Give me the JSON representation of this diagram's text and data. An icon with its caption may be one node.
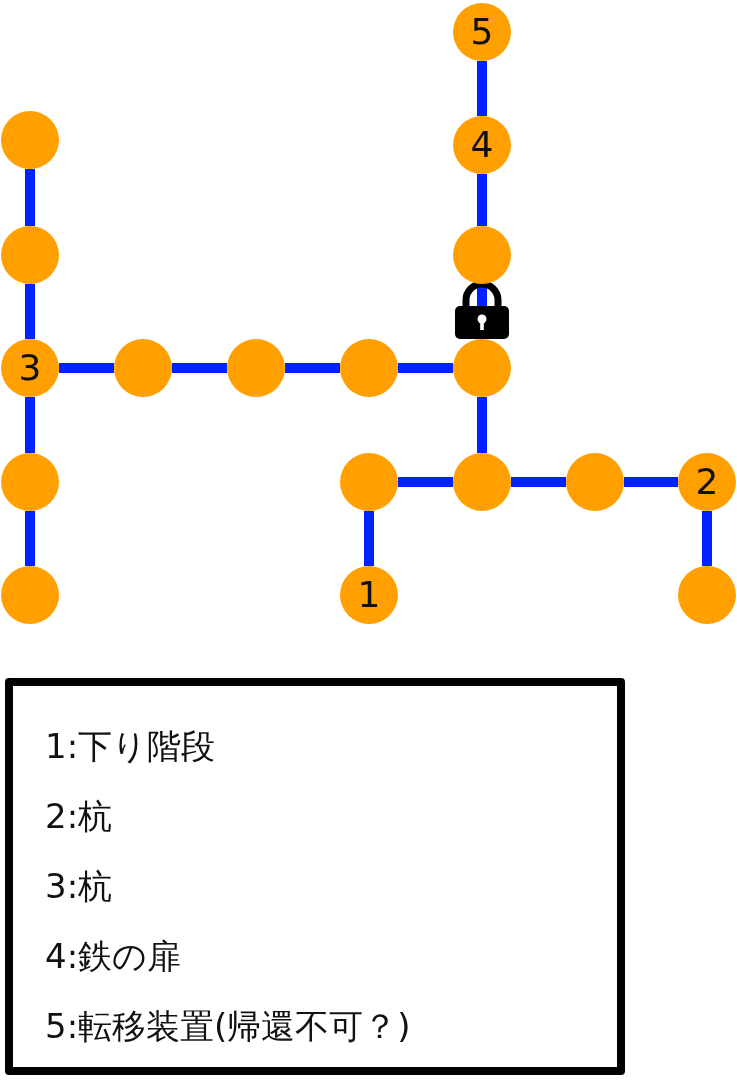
{
  "diagram": {
    "nodes": [
      {
        "text": [
          "5"
        ]
      },
      {
        "text": [],
        "shape": "circle"
      },
      {
        "text": [
          "4"
        ]
      },
      {
        "text": [],
        "shape": "circle"
      },
      {
        "text": [],
        "shape": "circle"
      },
      {
        "text": [
          "3"
        ]
      },
      {
        "text": [],
        "shape": "circle"
      },
      {
        "text": [],
        "shape": "circle"
      },
      {
        "text": [],
        "shape": "circle"
      },
      {
        "text": [],
        "shape": "circle"
      },
      {
        "text": [],
        "shape": "circle"
      },
      {
        "text": [],
        "shape": "circle"
      },
      {
        "text": [],
        "shape": "circle"
      },
      {
        "text": [],
        "shape": "circle"
      },
      {
        "text": [
          "2"
        ]
      },
      {
        "text": [],
        "shape": "circle"
      },
      {
        "text": [
          "1"
        ]
      },
      {
        "text": [],
        "shape": "circle"
      }
    ],
    "edges": [
      {
        "from": 0,
        "to": 2,
        "arrow": "none"
      },
      {
        "from": 2,
        "to": 4,
        "arrow": "none"
      },
      {
        "from": 4,
        "to": 9,
        "arrow": "none"
      },
      {
        "from": 1,
        "to": 3,
        "arrow": "none"
      },
      {
        "from": 3,
        "to": 5,
        "arrow": "none"
      },
      {
        "from": 5,
        "to": 10,
        "arrow": "none"
      },
      {
        "from": 10,
        "to": 15,
        "arrow": "none"
      },
      {
        "from": 5,
        "to": 6,
        "arrow": "none"
      },
      {
        "from": 6,
        "to": 7,
        "arrow": "none"
      },
      {
        "from": 7,
        "to": 8,
        "arrow": "none"
      },
      {
        "from": 8,
        "to": 9,
        "arrow": "none"
      },
      {
        "from": 9,
        "to": 12,
        "arrow": "none"
      },
      {
        "from": 11,
        "to": 12,
        "arrow": "none"
      },
      {
        "from": 12,
        "to": 13,
        "arrow": "none"
      },
      {
        "from": 13,
        "to": 14,
        "arrow": "none"
      },
      {
        "from": 11,
        "to": 16,
        "arrow": "none"
      },
      {
        "from": 14,
        "to": 17,
        "arrow": "none"
      }
    ],
    "labels": [
      "1:下り階段",
      "2:杭",
      "3:杭",
      "4:鉄の扉",
      "5:転移装置(帰還不可？)"
    ]
  }
}
